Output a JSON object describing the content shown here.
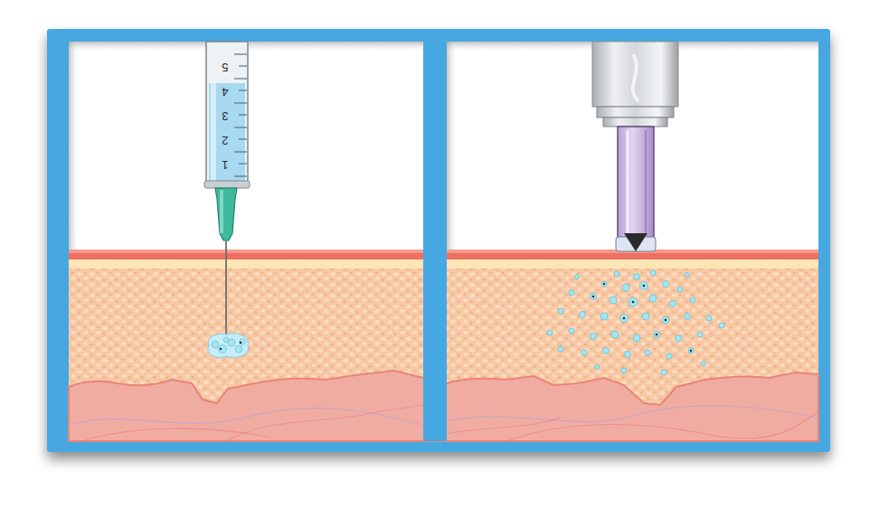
{
  "diagram": {
    "labels": [
      "1",
      "2",
      "3",
      "4",
      "5"
    ]
  }
}
